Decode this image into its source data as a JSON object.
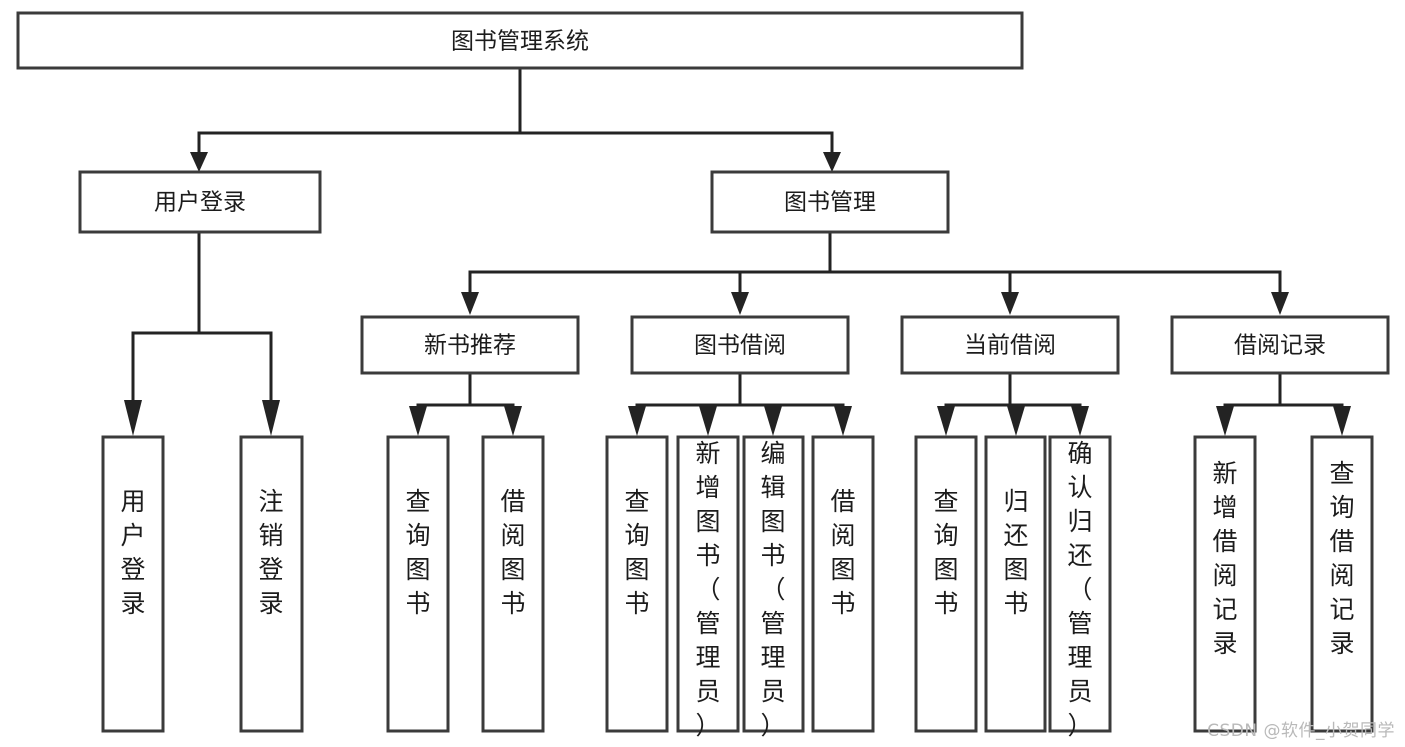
{
  "diagram": {
    "type": "tree",
    "title": "图书管理系统",
    "watermark": "CSDN @软件_小贺同学",
    "colors": {
      "box_stroke": "#3b3b3b",
      "box_fill": "#ffffff",
      "connector": "#232323",
      "text": "#1c1c1c",
      "watermark": "#b9b9b9",
      "background": "#ffffff"
    },
    "nodes": {
      "root": {
        "label": "图书管理系统",
        "level": 1,
        "orientation": "horizontal"
      },
      "l2": [
        {
          "id": "user-login",
          "label": "用户登录",
          "level": 2,
          "orientation": "horizontal"
        },
        {
          "id": "book-manage",
          "label": "图书管理",
          "level": 2,
          "orientation": "horizontal"
        }
      ],
      "l3": [
        {
          "id": "new-book-rec",
          "label": "新书推荐",
          "level": 3,
          "orientation": "horizontal"
        },
        {
          "id": "book-borrow",
          "label": "图书借阅",
          "level": 3,
          "orientation": "horizontal"
        },
        {
          "id": "current-borrow",
          "label": "当前借阅",
          "level": 3,
          "orientation": "horizontal"
        },
        {
          "id": "borrow-record",
          "label": "借阅记录",
          "level": 3,
          "orientation": "horizontal"
        }
      ],
      "leaves": [
        {
          "id": "leaf-user-login",
          "label": "用户登录",
          "parent": "user-login",
          "orientation": "vertical"
        },
        {
          "id": "leaf-logout",
          "label": "注销登录",
          "parent": "user-login",
          "orientation": "vertical"
        },
        {
          "id": "leaf-query-book-1",
          "label": "查询图书",
          "parent": "new-book-rec",
          "orientation": "vertical"
        },
        {
          "id": "leaf-borrow-book-1",
          "label": "借阅图书",
          "parent": "new-book-rec",
          "orientation": "vertical"
        },
        {
          "id": "leaf-query-book-2",
          "label": "查询图书",
          "parent": "book-borrow",
          "orientation": "vertical"
        },
        {
          "id": "leaf-add-book",
          "label": "新增图书（管理员）",
          "parent": "book-borrow",
          "orientation": "vertical"
        },
        {
          "id": "leaf-edit-book",
          "label": "编辑图书（管理员）",
          "parent": "book-borrow",
          "orientation": "vertical"
        },
        {
          "id": "leaf-borrow-book-2",
          "label": "借阅图书",
          "parent": "book-borrow",
          "orientation": "vertical"
        },
        {
          "id": "leaf-query-book-3",
          "label": "查询图书",
          "parent": "current-borrow",
          "orientation": "vertical"
        },
        {
          "id": "leaf-return-book",
          "label": "归还图书",
          "parent": "current-borrow",
          "orientation": "vertical"
        },
        {
          "id": "leaf-confirm-return",
          "label": "确认归还（管理员）",
          "parent": "current-borrow",
          "orientation": "vertical"
        },
        {
          "id": "leaf-add-record",
          "label": "新增借阅记录",
          "parent": "borrow-record",
          "orientation": "vertical"
        },
        {
          "id": "leaf-query-record",
          "label": "查询借阅记录",
          "parent": "borrow-record",
          "orientation": "vertical"
        }
      ]
    },
    "edges": [
      {
        "from": "root",
        "to": "user-login"
      },
      {
        "from": "root",
        "to": "book-manage"
      },
      {
        "from": "book-manage",
        "to": "new-book-rec"
      },
      {
        "from": "book-manage",
        "to": "book-borrow"
      },
      {
        "from": "book-manage",
        "to": "current-borrow"
      },
      {
        "from": "book-manage",
        "to": "borrow-record"
      },
      {
        "from": "user-login",
        "to": "leaf-user-login"
      },
      {
        "from": "user-login",
        "to": "leaf-logout"
      },
      {
        "from": "new-book-rec",
        "to": "leaf-query-book-1"
      },
      {
        "from": "new-book-rec",
        "to": "leaf-borrow-book-1"
      },
      {
        "from": "book-borrow",
        "to": "leaf-query-book-2"
      },
      {
        "from": "book-borrow",
        "to": "leaf-add-book"
      },
      {
        "from": "book-borrow",
        "to": "leaf-edit-book"
      },
      {
        "from": "book-borrow",
        "to": "leaf-borrow-book-2"
      },
      {
        "from": "current-borrow",
        "to": "leaf-query-book-3"
      },
      {
        "from": "current-borrow",
        "to": "leaf-return-book"
      },
      {
        "from": "current-borrow",
        "to": "leaf-confirm-return"
      },
      {
        "from": "borrow-record",
        "to": "leaf-add-record"
      },
      {
        "from": "borrow-record",
        "to": "leaf-query-record"
      }
    ]
  }
}
